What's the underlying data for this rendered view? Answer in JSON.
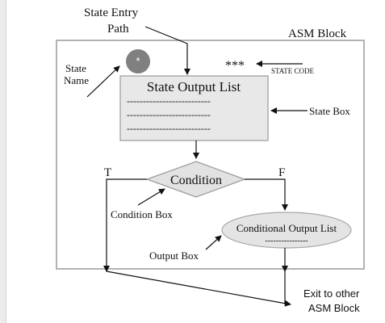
{
  "diagram": {
    "labels": {
      "state_entry_line1": "State Entry",
      "state_entry_line2": "Path",
      "asm_block": "ASM Block",
      "state_name_line1": "State",
      "state_name_line2": "Name",
      "state_name_symbol": "*",
      "state_code_stars": "***",
      "state_code": "STATE CODE",
      "state_output_list": "State Output List",
      "state_box": "State Box",
      "dashes": "--------------------------",
      "true_label": "T",
      "false_label": "F",
      "condition": "Condition",
      "condition_box": "Condition Box",
      "conditional_output_list": "Conditional Output List",
      "conditional_dashes": "----------------",
      "output_box": "Output Box",
      "exit_line1": "Exit to other",
      "exit_line2": "ASM Block"
    },
    "colors": {
      "block_border": "#b3b3b3",
      "state_box_fill": "#e8e8e8",
      "state_box_border": "#9a9a9a",
      "state_name_circle": "#808080",
      "condition_fill": "#e2e2e2",
      "output_fill": "#e4e4e4",
      "line": "#111111"
    }
  }
}
